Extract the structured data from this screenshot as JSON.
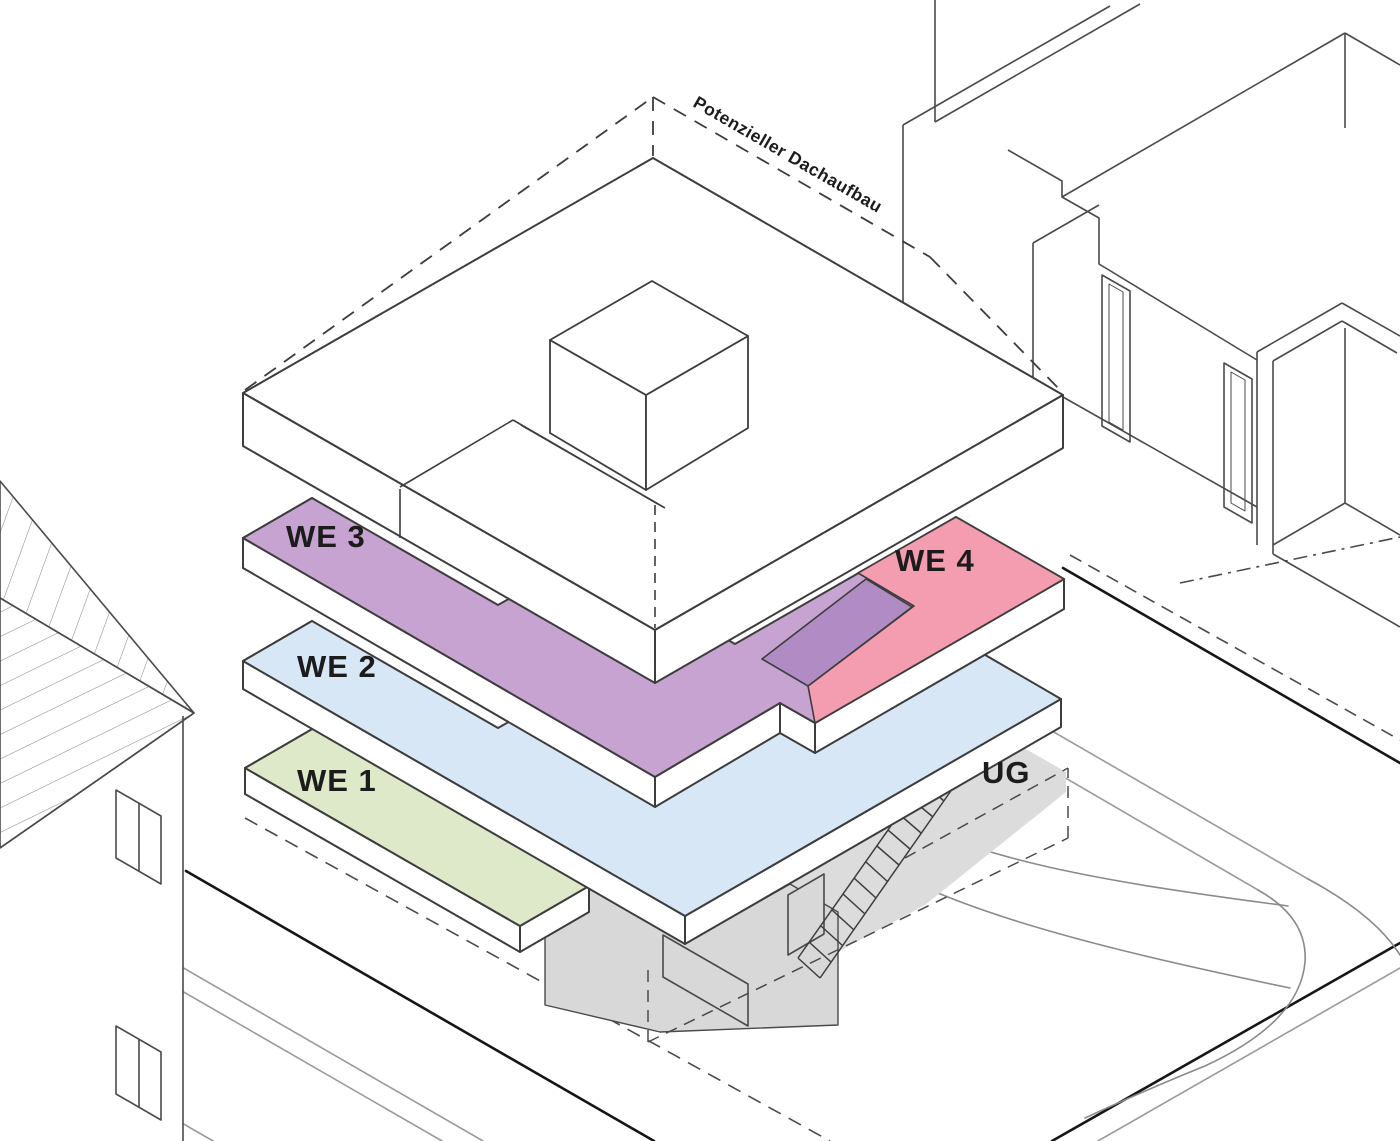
{
  "diagram": {
    "type": "architectural-exploded-axonometric",
    "annotation": {
      "roof_note": "Potenzieller Dachaufbau"
    },
    "units": [
      {
        "id": "we1",
        "label": "WE 1",
        "color": "#dde9c8"
      },
      {
        "id": "we2",
        "label": "WE 2",
        "color": "#d8e7f6"
      },
      {
        "id": "we3",
        "label": "WE 3",
        "color": "#c7a3d1"
      },
      {
        "id": "we4",
        "label": "WE 4",
        "color": "#f49cb0"
      },
      {
        "id": "ug",
        "label": "UG",
        "color": "#dcdcdc"
      }
    ]
  },
  "colors": {
    "purple": "#c7a3d1",
    "purpledark": "#b18cc4",
    "pink": "#f49cb0",
    "blue": "#d8e7f6",
    "green": "#dde9c8",
    "gray": "#dcdcdc",
    "gray2": "#d8d8d8",
    "line": "#3d3d3d",
    "ctx": "#4a4a4a",
    "street": "#9a9a9a",
    "black": "#161616",
    "ink": "#1c1c1c"
  }
}
